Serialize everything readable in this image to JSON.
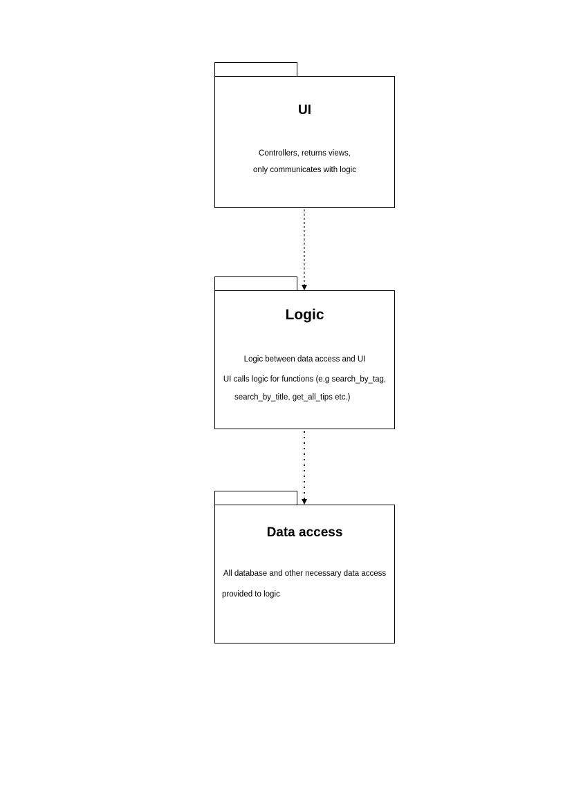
{
  "packages": {
    "ui": {
      "title": "UI",
      "lines": [
        "Controllers, returns views,",
        "only communicates with logic"
      ]
    },
    "logic": {
      "title": "Logic",
      "lines": [
        "Logic between data access and UI",
        "UI calls logic for functions (e.g search_by_tag,",
        "search_by_title, get_all_tips etc.)"
      ]
    },
    "data_access": {
      "title": "Data access",
      "lines": [
        "All database and other necessary data access",
        "provided to logic"
      ]
    }
  },
  "connectors": [
    {
      "from": "UI",
      "to": "Logic",
      "style": "dashed"
    },
    {
      "from": "Logic",
      "to": "Data access",
      "style": "dotted"
    }
  ]
}
